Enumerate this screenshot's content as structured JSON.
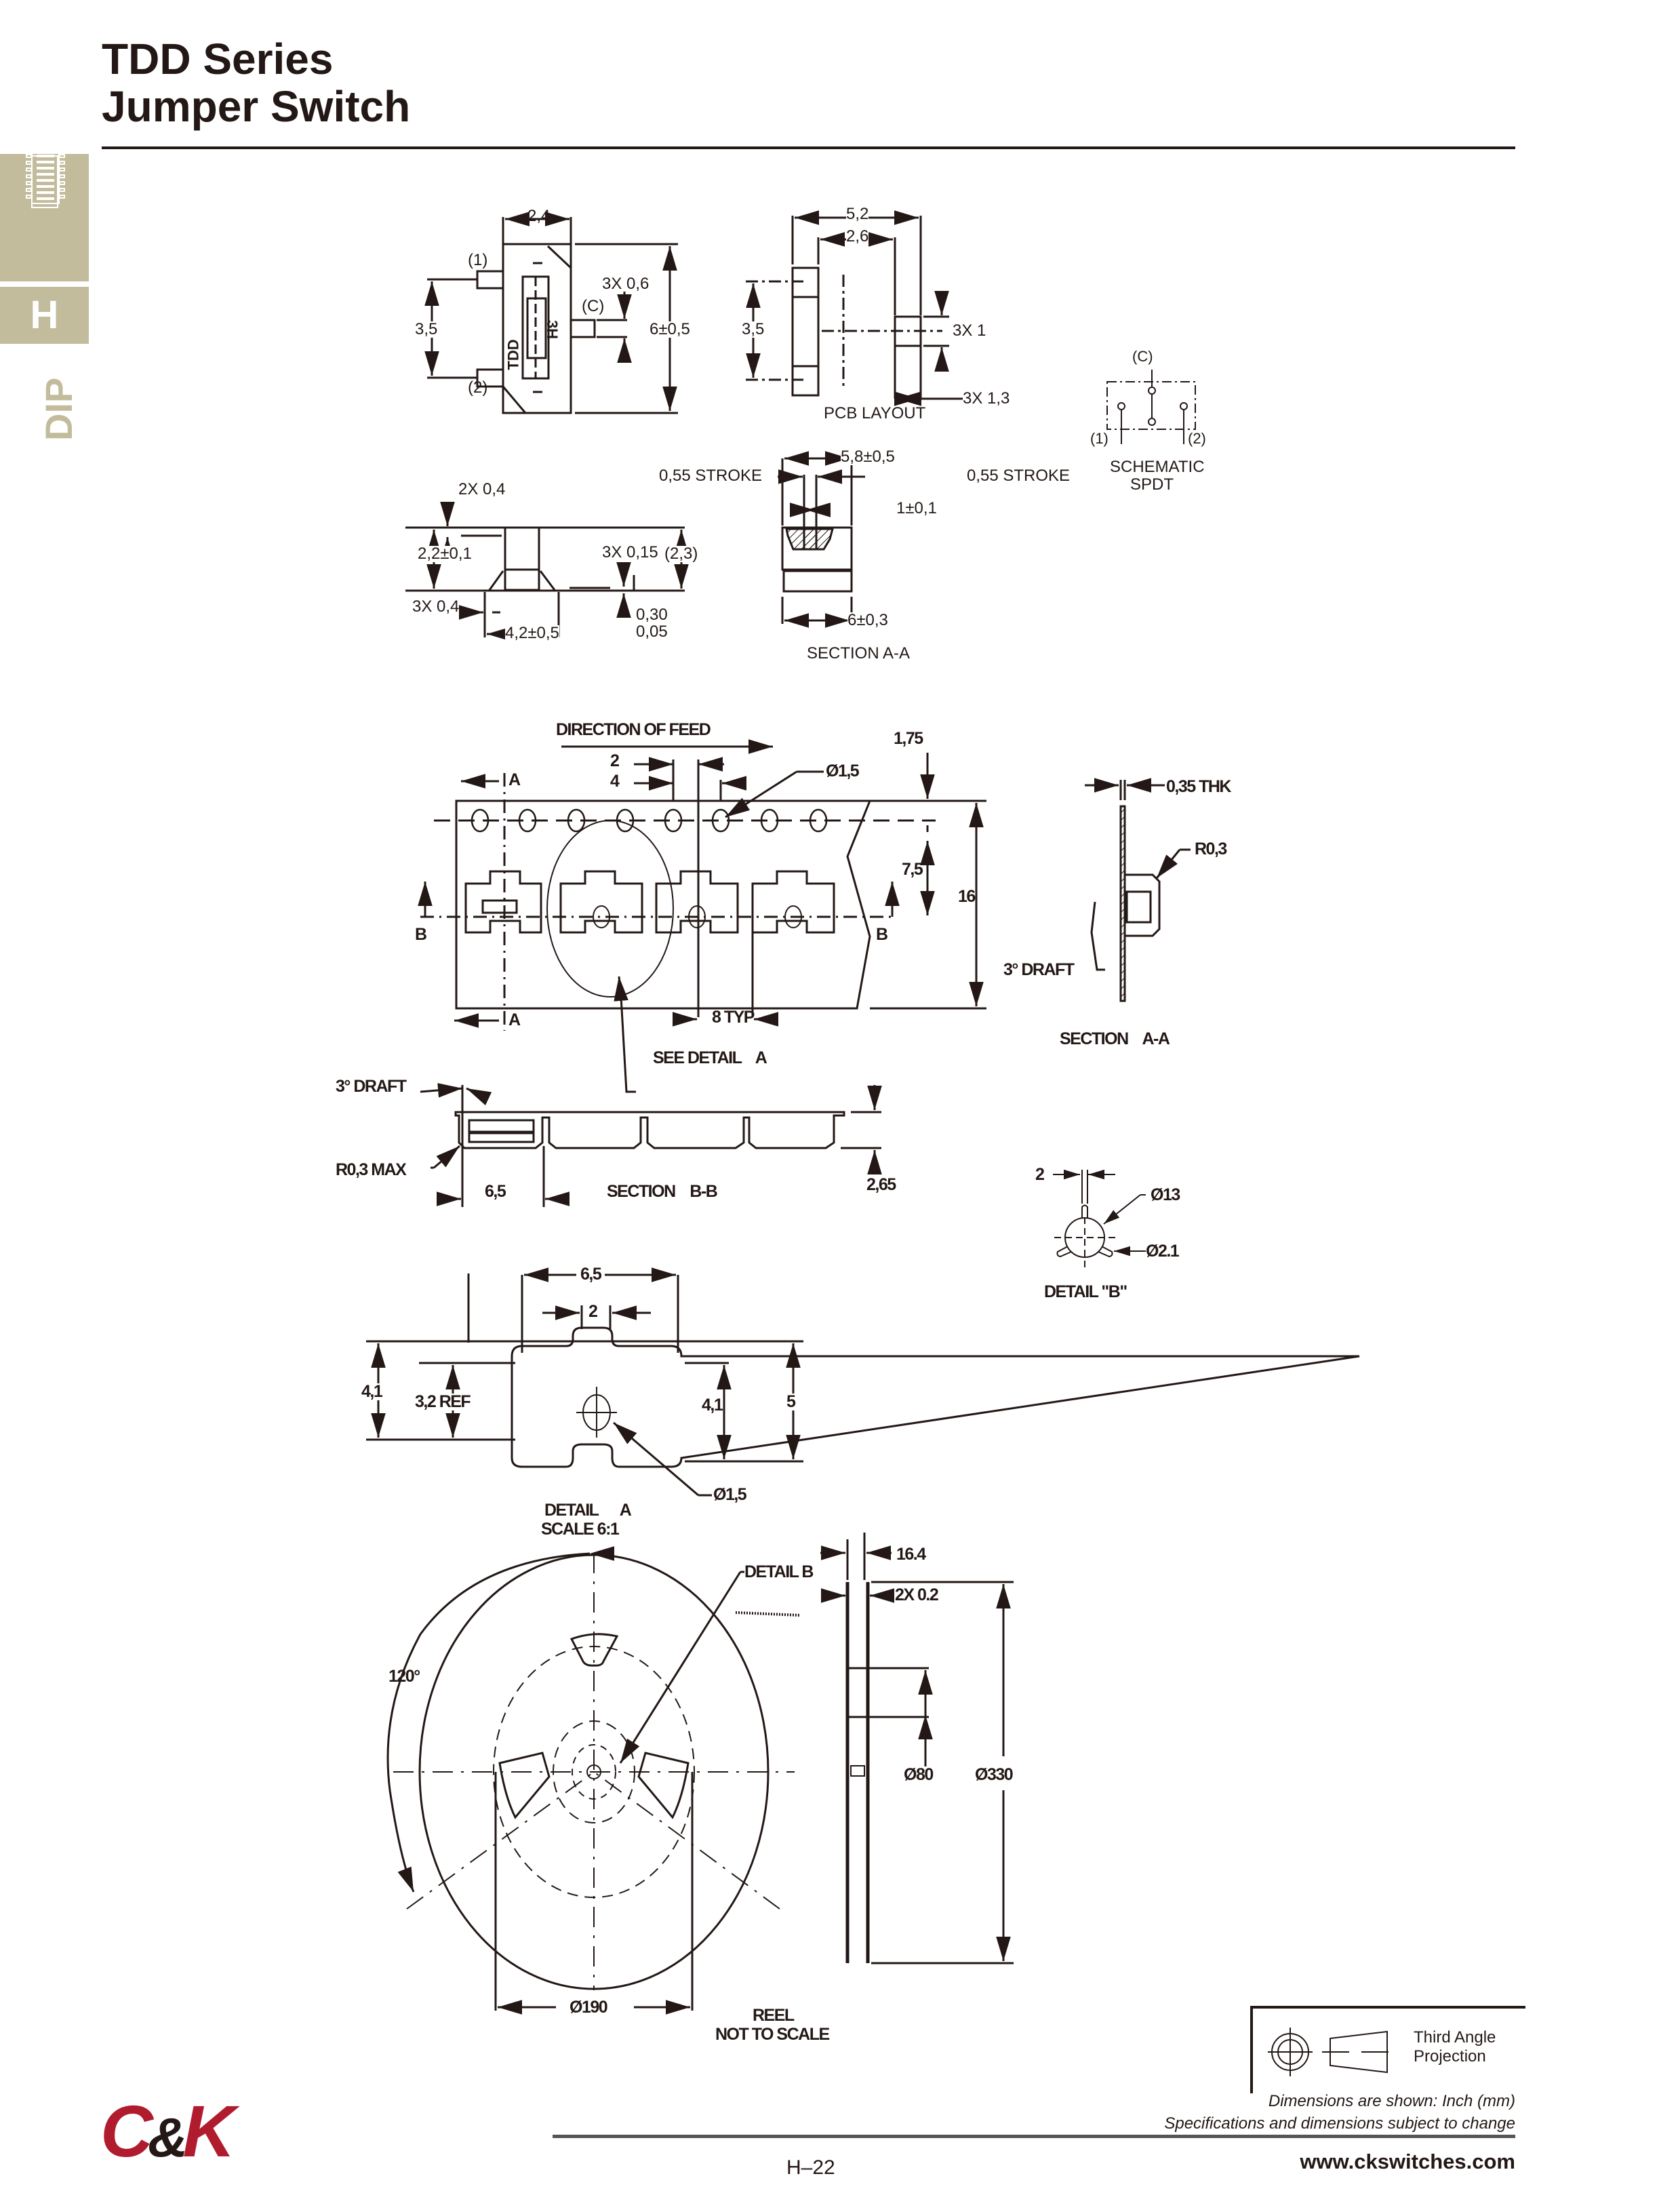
{
  "header": {
    "title_line1": "TDD Series",
    "title_line2": "Jumper Switch"
  },
  "sidebar": {
    "section_letter": "H",
    "category": "DIP",
    "icon": "dip-switch-icon",
    "tab_color": "#c2bc9d"
  },
  "top_view": {
    "width": "2,4",
    "pitch": "3,5",
    "height": "6±0,5",
    "pad_width": "3X 0,6",
    "pin1": "(1)",
    "pin2": "(2)",
    "pinC": "(C)",
    "marking_left": "TDD",
    "marking_right": "3H"
  },
  "pcb_layout": {
    "title": "PCB LAYOUT",
    "overall": "5,2",
    "inner": "2,6",
    "pitch": "3,5",
    "pad_h": "3X 1",
    "pad_w": "3X 1,3"
  },
  "schematic": {
    "pinC": "(C)",
    "pin1": "(1)",
    "pin2": "(2)",
    "title_line1": "SCHEMATIC",
    "title_line2": "SPDT"
  },
  "side_view": {
    "lead_top": "2X 0,4",
    "height": "2,2±0,1",
    "lead_thk": "3X 0,15",
    "overall_h": "(2,3)",
    "lead_w": "3X 0,4",
    "span": "4,2±0,5",
    "standoff_max": "0,30",
    "standoff_min": "0,05"
  },
  "section_aa_top": {
    "width": "5,8±0,5",
    "stroke_left": "0,55 STROKE",
    "stroke_right": "0,55 STROKE",
    "actuator": "1±0,1",
    "body": "6±0,3",
    "title": "SECTION  A-A"
  },
  "tape": {
    "direction": "DIRECTION OF FEED",
    "hole_offset": "2",
    "hole_pitch": "4",
    "hole_dia": "Ø1,5",
    "edge": "1,75",
    "center": "7,5",
    "width": "16",
    "pitch": "8 TYP",
    "section_a": "A",
    "section_b": "B",
    "see_detail": "SEE DETAIL    A"
  },
  "tape_section_aa": {
    "thickness": "0,35 THK",
    "radius": "R0,3",
    "draft": "3° DRAFT",
    "title": "SECTION    A-A"
  },
  "tape_section_bb": {
    "draft": "3° DRAFT",
    "radius": "R0,3 MAX",
    "pocket": "6,5",
    "depth": "2,65",
    "title": "SECTION    B-B"
  },
  "detail_b": {
    "slot": "2",
    "hub": "Ø13",
    "hole": "Ø2.1",
    "title": "DETAIL \"B\""
  },
  "detail_a": {
    "width": "6,5",
    "notch": "2",
    "left_h": "4,1",
    "ref": "3,2 REF",
    "right_h": "4,1",
    "total_h": "5",
    "hole": "Ø1,5",
    "title_line1": "DETAIL      A",
    "title_line2": "SCALE  6:1"
  },
  "reel": {
    "angle": "120°",
    "detail_b": "DETAIL B",
    "width": "16.4",
    "flange": "2X 0.2",
    "hub": "Ø80",
    "outer": "Ø330",
    "inner": "Ø190",
    "title_line1": "REEL",
    "title_line2": "NOT TO SCALE"
  },
  "projection": {
    "line1": "Third Angle",
    "line2": "Projection"
  },
  "footer": {
    "note1": "Dimensions are shown: Inch (mm)",
    "note2": "Specifications and dimensions subject to change",
    "page": "H–22",
    "url": "www.ckswitches.com",
    "logo_c": "C",
    "logo_amp": "&",
    "logo_k": "K",
    "logo_red": "#b01c2e"
  }
}
